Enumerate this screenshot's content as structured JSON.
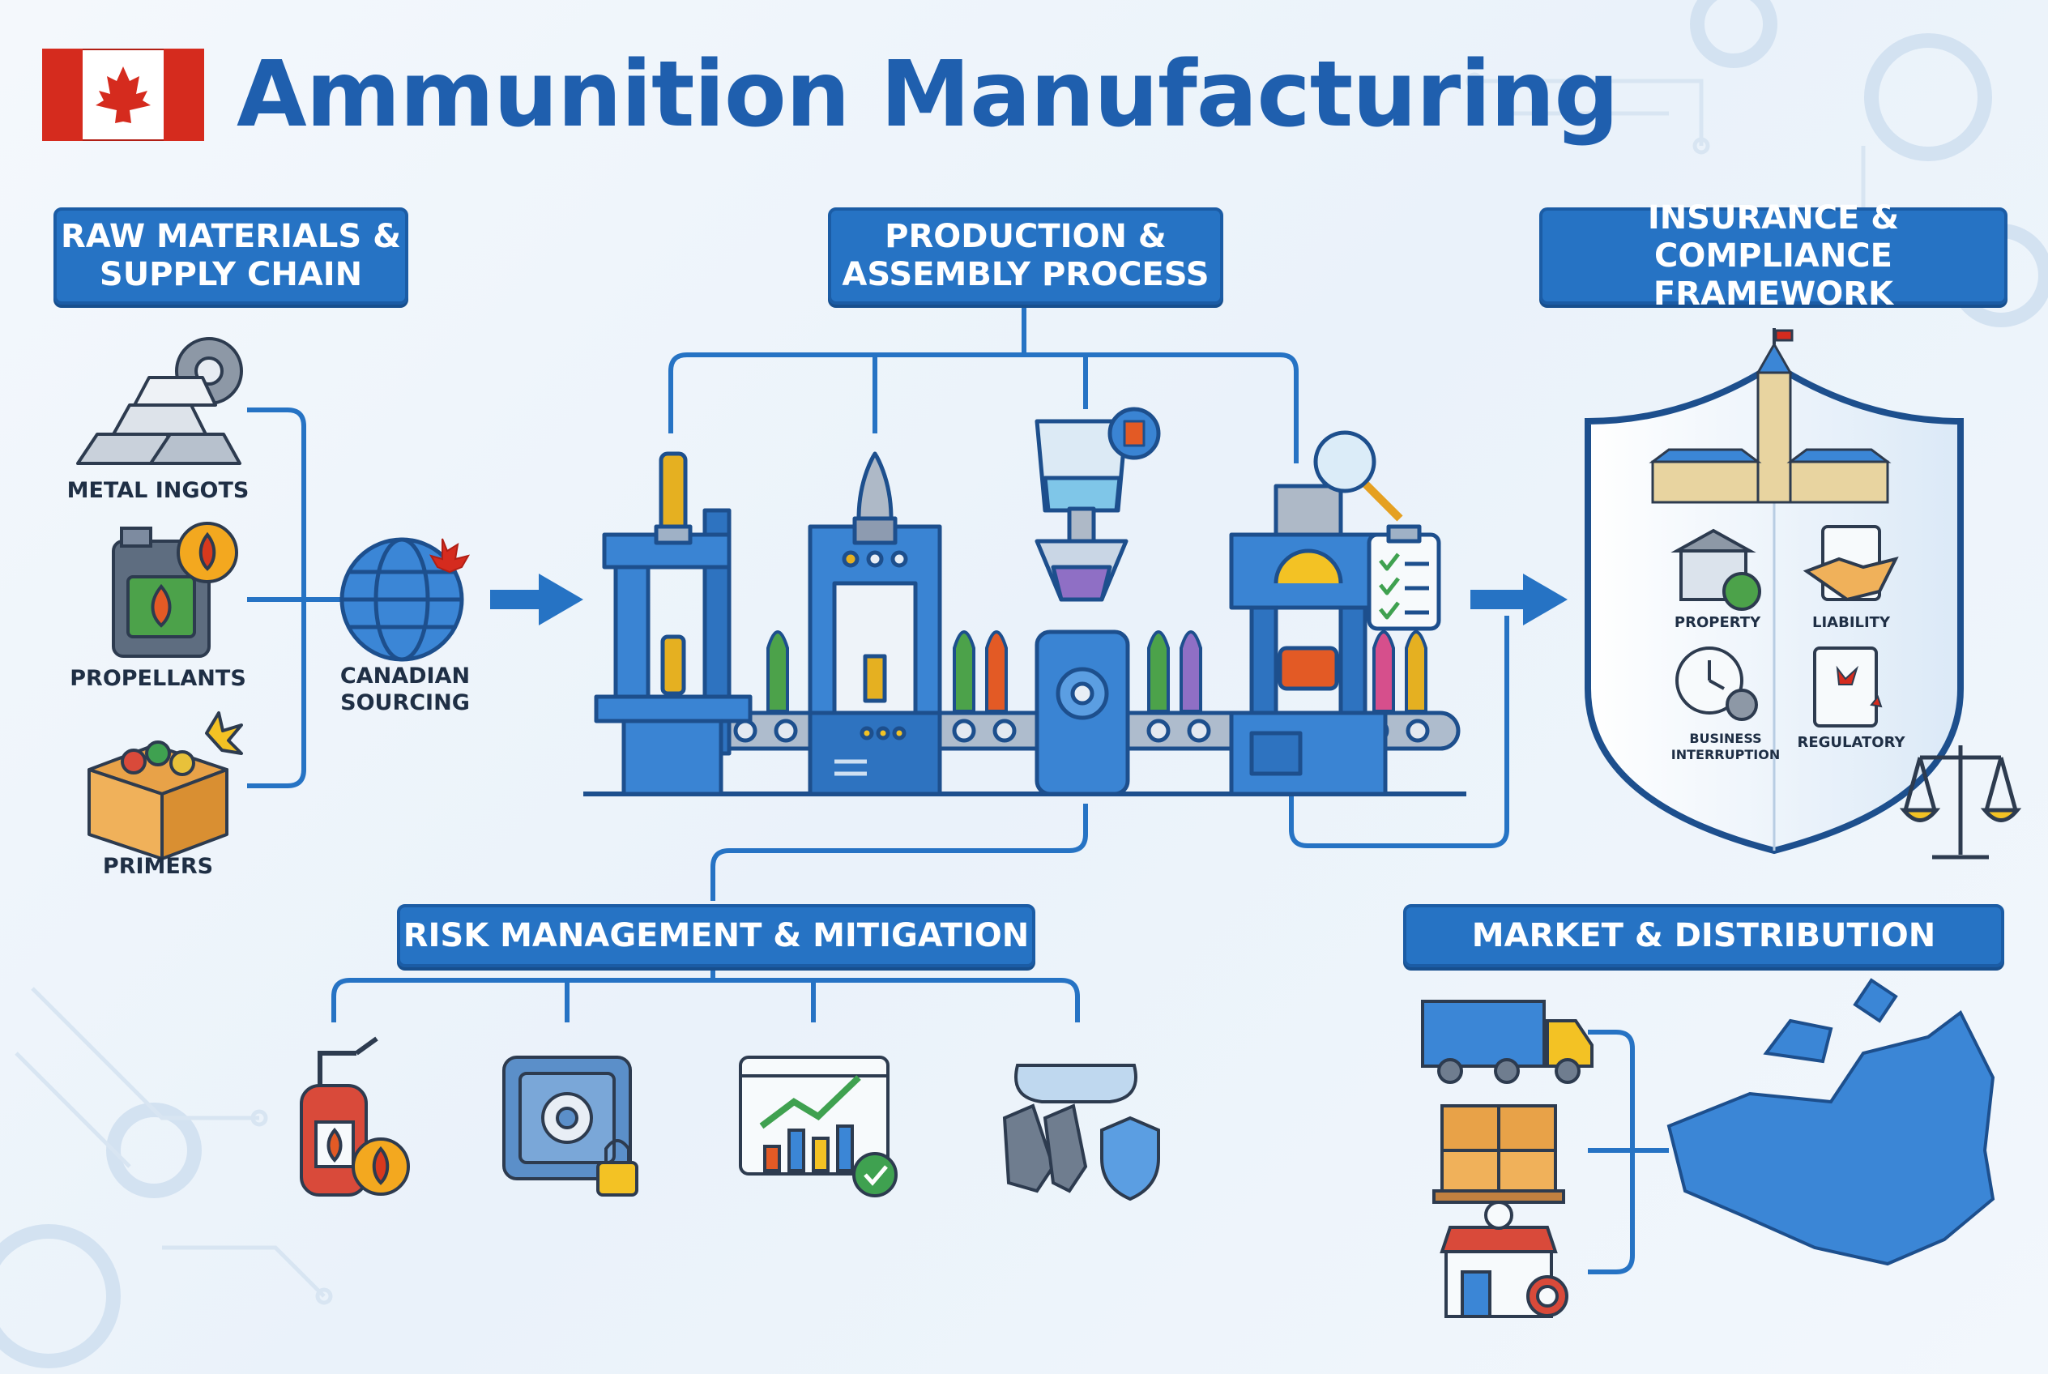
{
  "header": {
    "title": "Ammunition Manufacturing"
  },
  "sections": {
    "raw_materials": "RAW MATERIALS &\nSUPPLY CHAIN",
    "production": "PRODUCTION &\nASSEMBLY PROCESS",
    "insurance": "INSURANCE & COMPLIANCE\nFRAMEWORK",
    "risk": "RISK MANAGEMENT & MITIGATION",
    "market": "MARKET & DISTRIBUTION"
  },
  "raw_items": {
    "metal": "METAL INGOTS",
    "propellants": "PROPELLANTS",
    "primers": "PRIMERS",
    "sourcing": "CANADIAN\nSOURCING"
  },
  "insurance_items": {
    "property": "PROPERTY",
    "liability": "LIABILITY",
    "business": "BUSINESS\nINTERRUPTION",
    "regulatory": "REGULATORY"
  },
  "colors": {
    "primary": "#2673c4",
    "title": "#1f5fae",
    "flag_red": "#d52b1e"
  }
}
